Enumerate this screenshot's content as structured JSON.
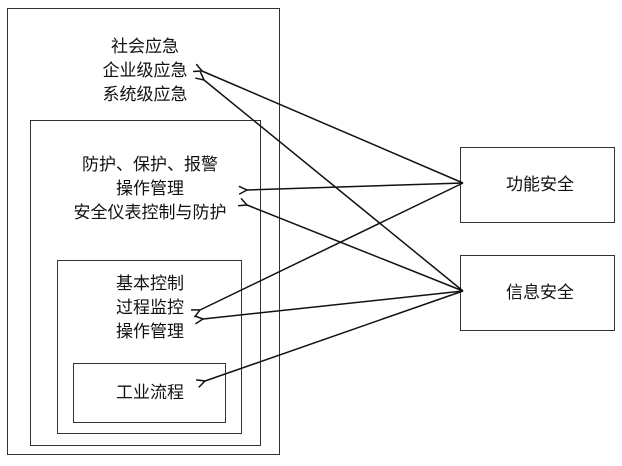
{
  "layers": {
    "outer": [
      "社会应急",
      "企业级应急",
      "系统级应急"
    ],
    "middle": [
      "防护、保护、报警",
      "操作管理",
      "安全仪表控制与防护"
    ],
    "inner": [
      "基本控制",
      "过程监控",
      "操作管理"
    ],
    "core": "工业流程"
  },
  "categories": {
    "functional": "功能安全",
    "information": "信息安全"
  }
}
